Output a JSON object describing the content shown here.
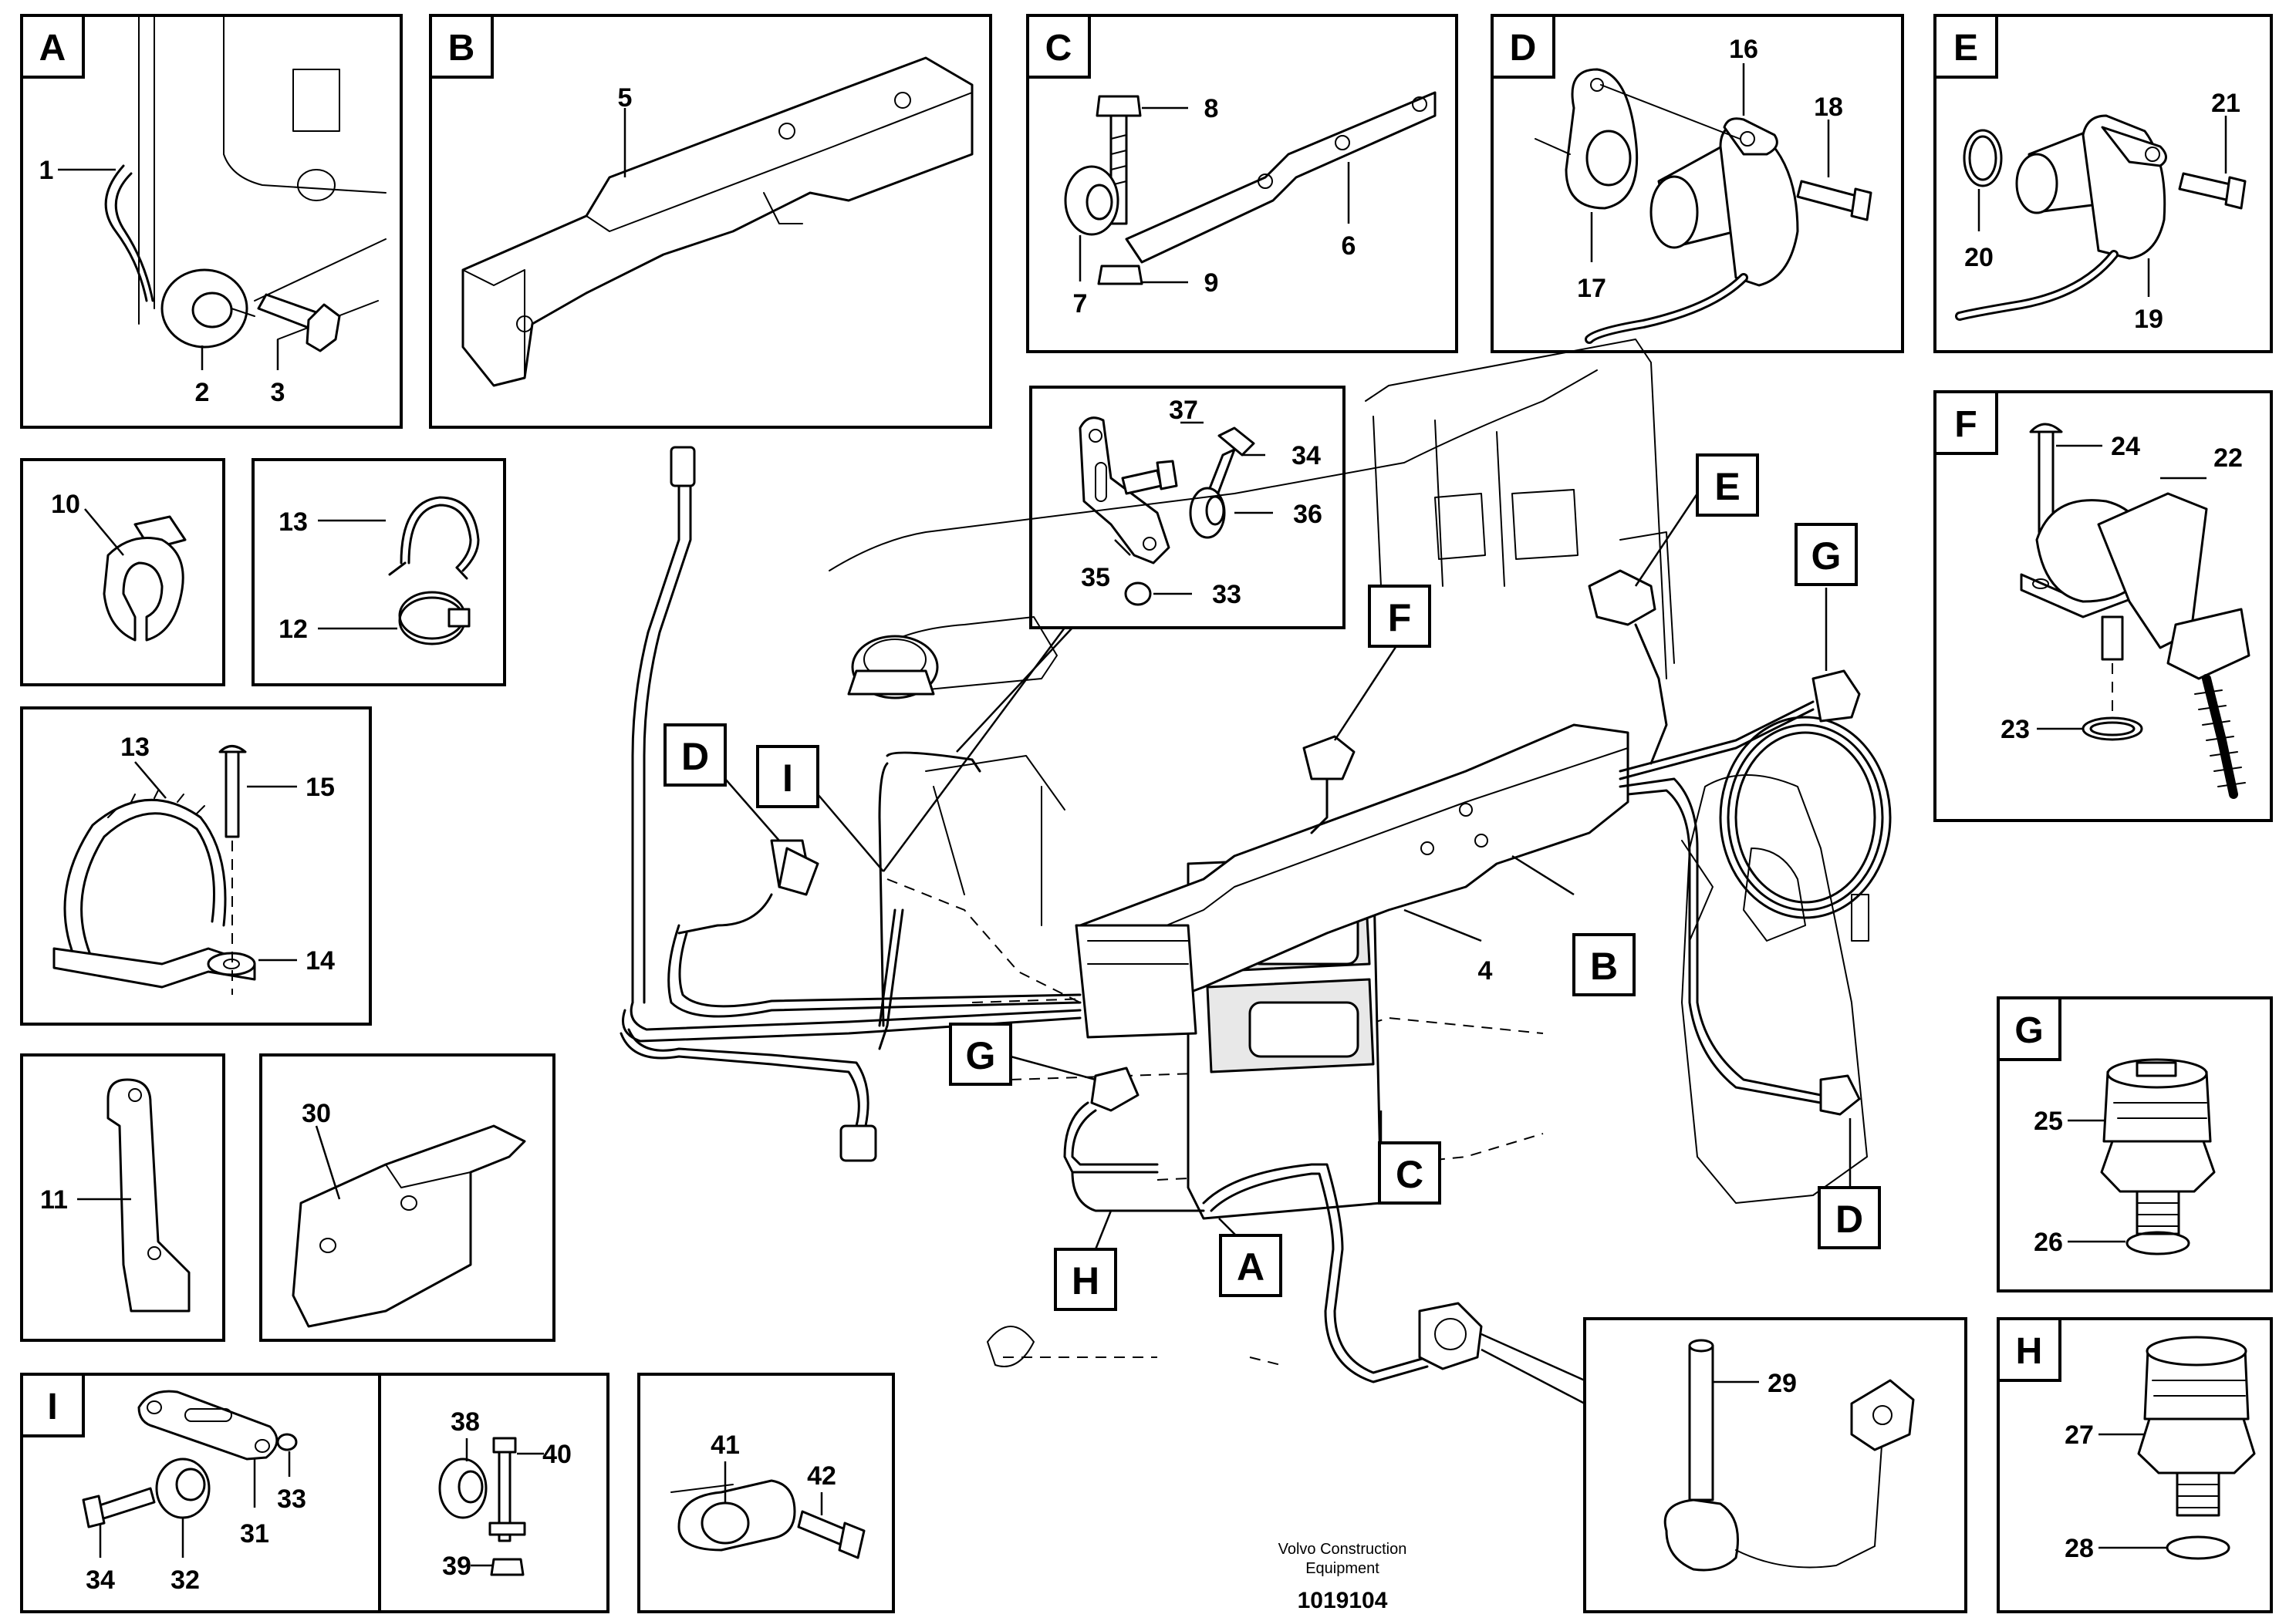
{
  "panels": [
    {
      "id": "A",
      "letter": "A"
    },
    {
      "id": "B",
      "letter": "B"
    },
    {
      "id": "C",
      "letter": "C"
    },
    {
      "id": "D",
      "letter": "D"
    },
    {
      "id": "E",
      "letter": "E"
    },
    {
      "id": "F",
      "letter": "F"
    },
    {
      "id": "G",
      "letter": "G"
    },
    {
      "id": "H",
      "letter": "H"
    },
    {
      "id": "I",
      "letter": "I"
    }
  ],
  "part_numbers": [
    "1",
    "2",
    "3",
    "4",
    "5",
    "6",
    "7",
    "8",
    "9",
    "10",
    "11",
    "12",
    "13",
    "14",
    "15",
    "16",
    "17",
    "18",
    "19",
    "20",
    "21",
    "22",
    "23",
    "24",
    "25",
    "26",
    "27",
    "28",
    "29",
    "30",
    "31",
    "32",
    "33",
    "34",
    "35",
    "36",
    "37",
    "38",
    "39",
    "40",
    "41",
    "42"
  ],
  "callouts": [
    "A",
    "B",
    "C",
    "D",
    "D",
    "E",
    "F",
    "G",
    "G",
    "H",
    "I"
  ],
  "footer": {
    "brand_line1": "Volvo Construction",
    "brand_line2": "Equipment",
    "document_number": "1019104"
  }
}
